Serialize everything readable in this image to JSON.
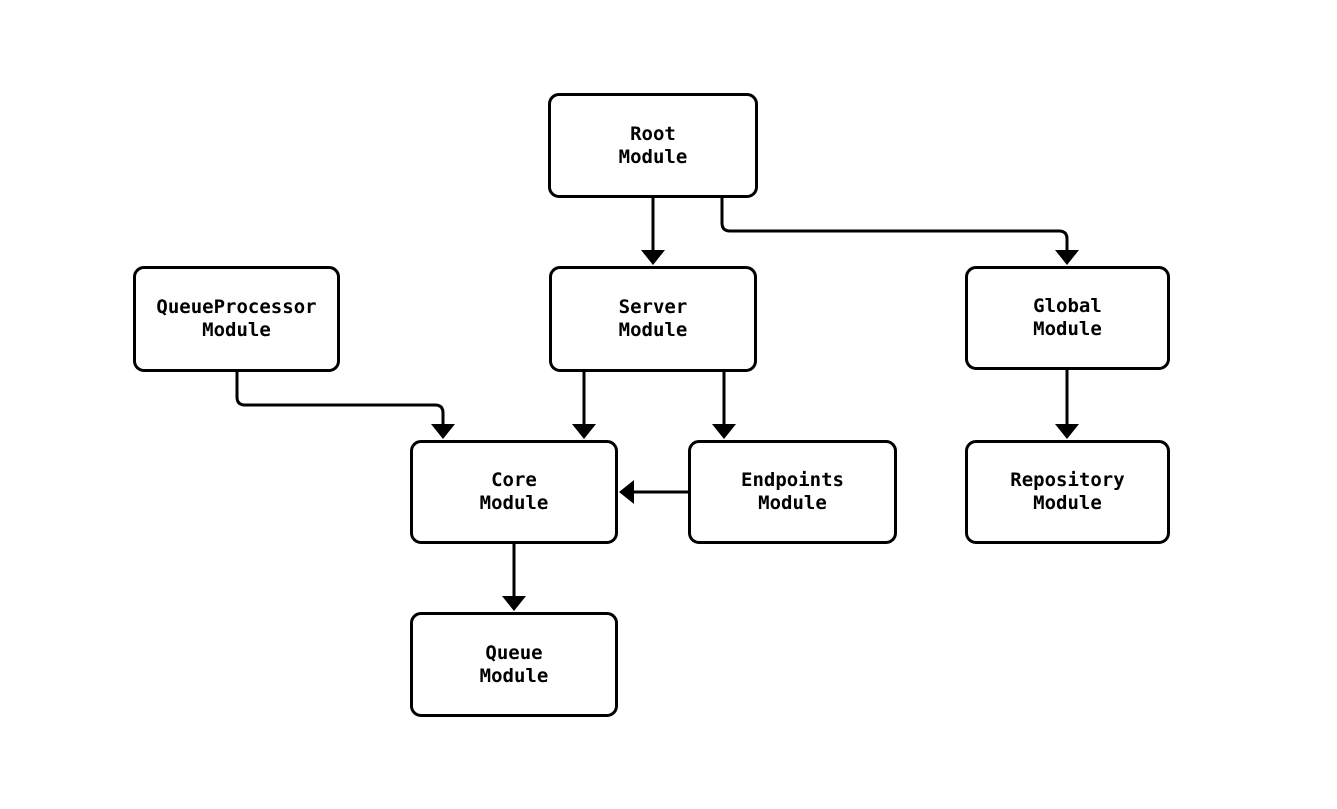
{
  "diagram": {
    "type": "module-dependency-diagram",
    "background_color": "#ffffff",
    "node_fill_color": "#ffffff",
    "node_border_color": "#000000",
    "edge_color": "#000000",
    "nodes": [
      {
        "id": "root",
        "label": "Root\nModule"
      },
      {
        "id": "queueprocessor",
        "label": "QueueProcessor\nModule"
      },
      {
        "id": "server",
        "label": "Server\nModule"
      },
      {
        "id": "global",
        "label": "Global\nModule"
      },
      {
        "id": "core",
        "label": "Core\nModule"
      },
      {
        "id": "endpoints",
        "label": "Endpoints\nModule"
      },
      {
        "id": "repository",
        "label": "Repository\nModule"
      },
      {
        "id": "queue",
        "label": "Queue\nModule"
      }
    ],
    "edges": [
      {
        "from": "Root Module",
        "to": "Server Module"
      },
      {
        "from": "Root Module",
        "to": "Global Module"
      },
      {
        "from": "QueueProcessor Module",
        "to": "Core Module"
      },
      {
        "from": "Server Module",
        "to": "Core Module"
      },
      {
        "from": "Server Module",
        "to": "Endpoints Module"
      },
      {
        "from": "Endpoints Module",
        "to": "Core Module"
      },
      {
        "from": "Global Module",
        "to": "Repository Module"
      },
      {
        "from": "Core Module",
        "to": "Queue Module"
      }
    ]
  }
}
